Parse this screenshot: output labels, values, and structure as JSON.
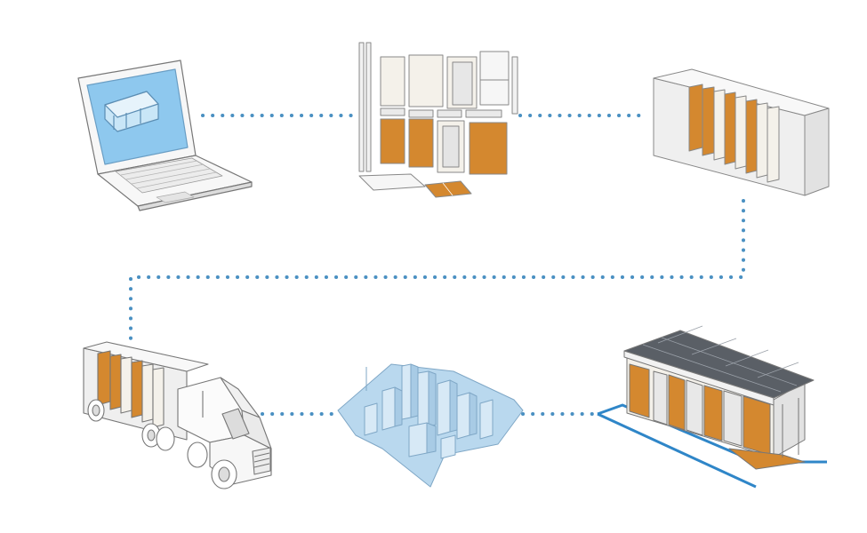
{
  "diagram": {
    "description_free": true,
    "stages": [
      {
        "id": "design",
        "icon": "laptop-icon"
      },
      {
        "id": "components",
        "icon": "panels-icon"
      },
      {
        "id": "container",
        "icon": "container-icon"
      },
      {
        "id": "transport",
        "icon": "truck-icon"
      },
      {
        "id": "site",
        "icon": "city-map-icon"
      },
      {
        "id": "assembled-house",
        "icon": "house-icon"
      }
    ],
    "colors": {
      "connector": "#4a90c2",
      "screen": "#8ec8ee",
      "wood": "#d4882f",
      "panel": "#f4f1ea",
      "city": "#b9d8ee",
      "outline": "#7a7a7a"
    }
  }
}
